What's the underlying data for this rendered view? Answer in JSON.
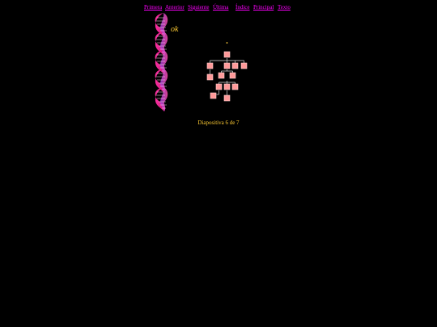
{
  "nav": {
    "first": "Primera",
    "previous": "Anterior",
    "next": "Siguiente",
    "last": "Última",
    "index": "Índice",
    "main": "Principal",
    "text": "Texto"
  },
  "slide": {
    "ok_label": "ok",
    "caption": "Diapositiva 6 de 7"
  },
  "colors": {
    "background": "#000000",
    "link": "#ff00ff",
    "accent_text": "#ffcc33",
    "node_fill": "#ff9999",
    "connector": "#ffffff"
  },
  "icons": [
    "spiral-decoration-icon",
    "hierarchy-diagram-icon"
  ]
}
